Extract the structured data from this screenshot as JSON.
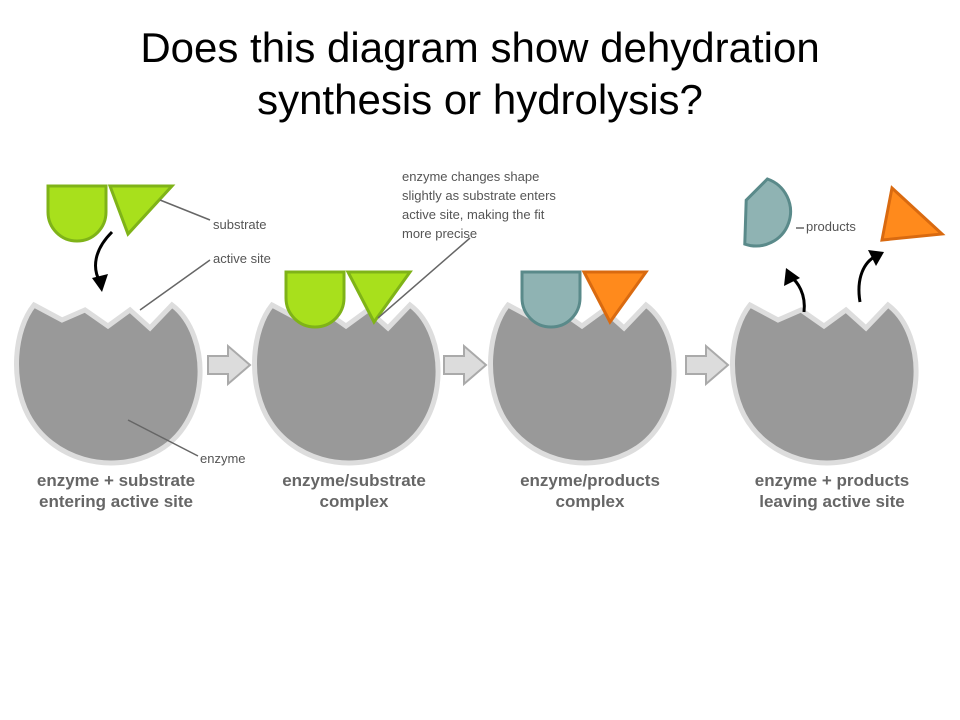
{
  "title": {
    "line1": "Does this diagram show dehydration",
    "line2": "synthesis or hydrolysis?"
  },
  "diagram": {
    "labels": {
      "substrate": "substrate",
      "active_site": "active site",
      "enzyme": "enzyme",
      "products": "products",
      "shape_change": [
        "enzyme changes shape",
        "slightly as substrate enters",
        "active site, making the fit",
        "more precise"
      ]
    },
    "stages": [
      {
        "line1": "enzyme + substrate",
        "line2": "entering active site"
      },
      {
        "line1": "enzyme/substrate",
        "line2": "complex"
      },
      {
        "line1": "enzyme/products",
        "line2": "complex"
      },
      {
        "line1": "enzyme + products",
        "line2": "leaving active site"
      }
    ],
    "colors": {
      "enzyme": "#999999",
      "enzyme_outline": "#dddddd",
      "substrate": "#a8e01c",
      "substrate_outline": "#7fb318",
      "product_drop": "#8fb3b3",
      "product_drop_outline": "#5a8a8a",
      "product_triangle": "#ff8a1c",
      "product_triangle_outline": "#d96a10",
      "arrow": "#dcdcdc",
      "arrow_outline": "#aaaaaa",
      "leader_line": "#666666",
      "label_text": "#555555",
      "stage_text": "#666666"
    }
  }
}
